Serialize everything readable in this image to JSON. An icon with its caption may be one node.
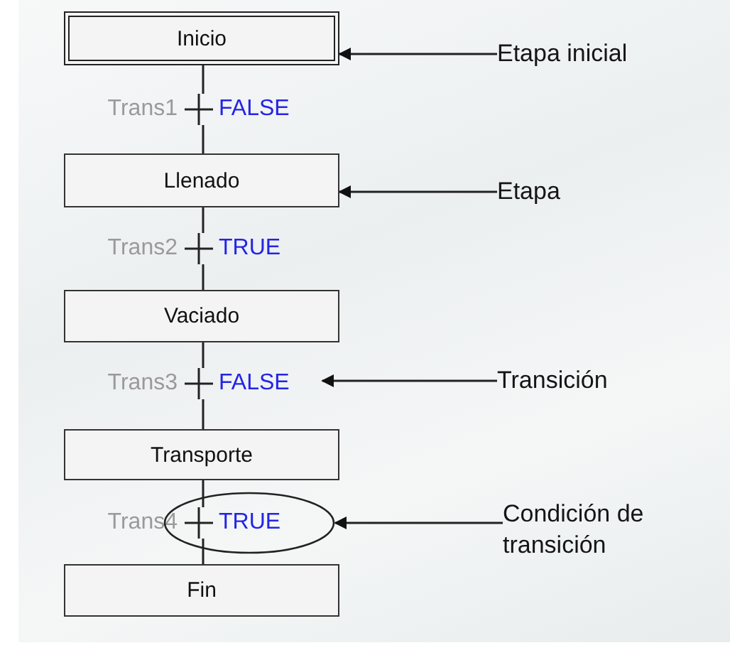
{
  "diagram": {
    "nodes": [
      {
        "text": [
          "Inicio"
        ]
      },
      {
        "text": [
          "Trans1",
          "FALSE"
        ]
      },
      {
        "text": [
          "Llenado"
        ]
      },
      {
        "text": [
          "Trans2",
          "TRUE"
        ]
      },
      {
        "text": [
          "Vaciado"
        ]
      },
      {
        "text": [
          "Trans3",
          "FALSE"
        ]
      },
      {
        "text": [
          "Transporte"
        ]
      },
      {
        "text": [
          "Trans4",
          "TRUE"
        ]
      },
      {
        "text": [
          "Fin"
        ]
      },
      {
        "text": [],
        "shape": "ellipse"
      },
      {
        "text": [
          "Etapa inicial"
        ]
      },
      {
        "text": [
          "Etapa"
        ]
      },
      {
        "text": [
          "Transición"
        ]
      },
      {
        "text": [
          "Condición de transición"
        ]
      }
    ],
    "edges": [
      {
        "from": 0,
        "to": 1,
        "arrow": "none"
      },
      {
        "from": 1,
        "to": 2,
        "arrow": "none"
      },
      {
        "from": 2,
        "to": 3,
        "arrow": "none"
      },
      {
        "from": 3,
        "to": 4,
        "arrow": "none"
      },
      {
        "from": 4,
        "to": 5,
        "arrow": "none"
      },
      {
        "from": 5,
        "to": 6,
        "arrow": "none"
      },
      {
        "from": 6,
        "to": 7,
        "arrow": "none"
      },
      {
        "from": 7,
        "to": 8,
        "arrow": "none"
      },
      {
        "from": 10,
        "to": 0,
        "arrow": "to"
      },
      {
        "from": 11,
        "to": 2,
        "arrow": "to"
      },
      {
        "from": 12,
        "to": 5,
        "arrow": "to"
      },
      {
        "from": 13,
        "to": 9,
        "arrow": "to"
      }
    ]
  }
}
